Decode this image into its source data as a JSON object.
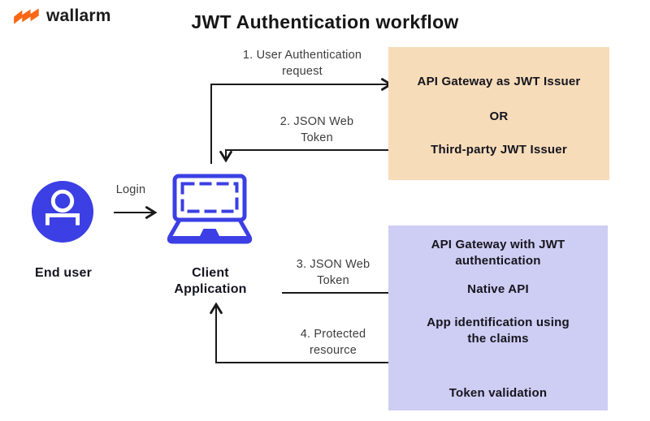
{
  "logo": {
    "brand": "wallarm"
  },
  "title": "JWT Authentication workflow",
  "entities": {
    "end_user": {
      "label": "End user"
    },
    "client_application": {
      "label": [
        "Client",
        "Application"
      ]
    }
  },
  "flow_labels": {
    "login": "Login",
    "step1": [
      "1. User Authentication",
      "request"
    ],
    "step2": [
      "2. JSON Web",
      "Token"
    ],
    "step3": [
      "3. JSON Web",
      "Token"
    ],
    "step4": [
      "4. Protected",
      "resource"
    ]
  },
  "issuer_box": {
    "option1": "API Gateway as JWT Issuer",
    "separator": "OR",
    "option2": "Third-party JWT Issuer"
  },
  "gateway_box": {
    "title": [
      "API Gateway with JWT",
      "authentication"
    ],
    "native_api": "Native API",
    "app_identification": [
      "App identification using",
      "the claims"
    ],
    "token_validation": "Token validation"
  },
  "icons": {
    "logo_mark": "wallarm-zigzag-icon",
    "end_user": "person-icon",
    "client_application": "laptop-icon"
  },
  "colors": {
    "blue": "#3B3FE4",
    "peach": "#F7DCB9",
    "lavender": "#CECDF3",
    "orange": "#F96716",
    "ink": "#1A1A1A",
    "gray": "#3D3D3D"
  }
}
